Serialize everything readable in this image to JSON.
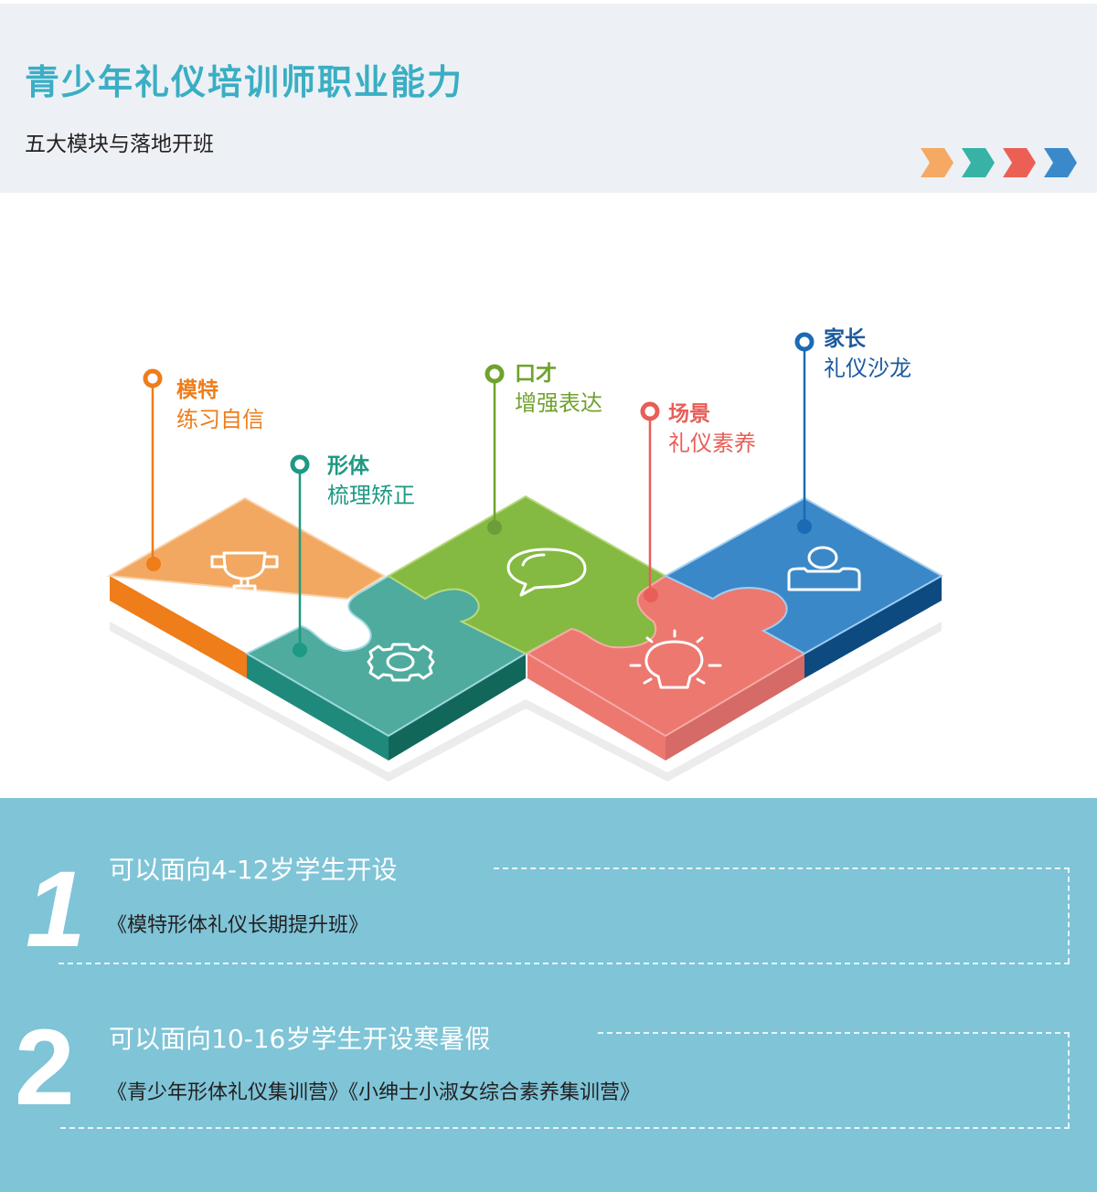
{
  "header": {
    "title": "青少年礼仪培训师职业能力",
    "subtitle": "五大模块与落地开班",
    "arrow_colors": [
      "#f5a962",
      "#36b3a5",
      "#ec5f54",
      "#3a8acb"
    ]
  },
  "modules": [
    {
      "key": "model",
      "head": "模特",
      "desc": "练习自信",
      "icon": "trophy-icon",
      "color": "#ee7d1a"
    },
    {
      "key": "posture",
      "head": "形体",
      "desc": "梳理矫正",
      "icon": "gear-icon",
      "color": "#1e9983"
    },
    {
      "key": "speech",
      "head": "口才",
      "desc": "增强表达",
      "icon": "speech-bubble-icon",
      "color": "#6fa22e"
    },
    {
      "key": "scene",
      "head": "场景",
      "desc": "礼仪素养",
      "icon": "lightbulb-icon",
      "color": "#e85e58"
    },
    {
      "key": "parent",
      "head": "家长",
      "desc": "礼仪沙龙",
      "icon": "person-icon",
      "color": "#1a6ab5"
    }
  ],
  "puzzle_colors": {
    "orange_top": "#f2a860",
    "orange_side": "#ee7d1a",
    "teal_top": "#4eab9e",
    "teal_side_left": "#1f8a7c",
    "teal_side_right": "#12675b",
    "green_top": "#84b942",
    "red_top": "#ec7870",
    "red_side_left": "#ec7870",
    "red_side_right": "#d56a66",
    "blue_top": "#3b88c8",
    "blue_side": "#0d4a80"
  },
  "offerings": [
    {
      "number": "1",
      "title": "可以面向4-12岁学生开设",
      "courses": "《模特形体礼仪长期提升班》"
    },
    {
      "number": "2",
      "title": "可以面向10-16岁学生开设寒暑假",
      "courses": "《青少年形体礼仪集训营》《小绅士小淑女综合素养集训营》"
    }
  ],
  "colors": {
    "title": "#3aaec4",
    "header_bg": "#edf1f5",
    "bottom_bg": "#7fc4d7"
  }
}
